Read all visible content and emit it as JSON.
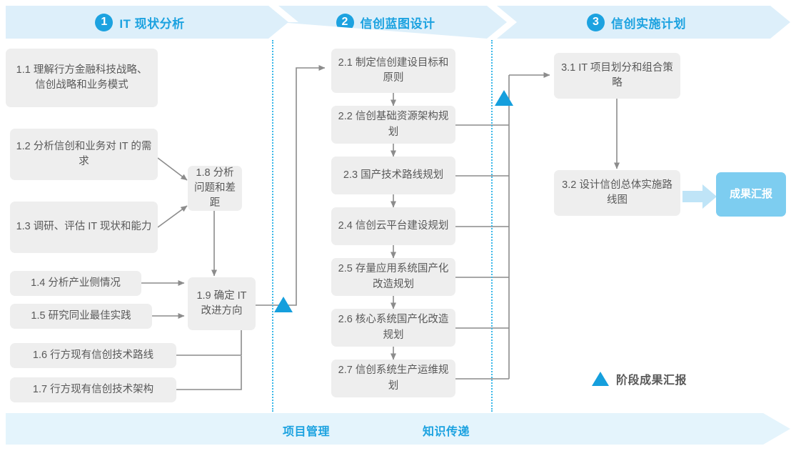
{
  "colors": {
    "accent": "#1ca2e0",
    "phase_bg": "#ddeffa",
    "footer_bg": "#e4f4fc",
    "box_bg": "#eeeeee",
    "box_text": "#595959",
    "result_bg": "#7dcdf0",
    "triangle": "#159fdd",
    "connector": "#8c8c8c",
    "dotted_divider": "#39b7e8"
  },
  "phases": [
    {
      "number": "1",
      "label": "IT 现状分析"
    },
    {
      "number": "2",
      "label": "信创蓝图设计"
    },
    {
      "number": "3",
      "label": "信创实施计划"
    }
  ],
  "phase1_tasks": [
    {
      "id": "1.1",
      "text": "1.1 理解行方金融科技战略、信创战略和业务模式"
    },
    {
      "id": "1.2",
      "text": "1.2 分析信创和业务对 IT 的需求"
    },
    {
      "id": "1.3",
      "text": "1.3 调研、评估 IT 现状和能力"
    },
    {
      "id": "1.4",
      "text": "1.4 分析产业侧情况"
    },
    {
      "id": "1.5",
      "text": "1.5 研究同业最佳实践"
    },
    {
      "id": "1.6",
      "text": "1.6 行方现有信创技术路线"
    },
    {
      "id": "1.7",
      "text": "1.7 行方现有信创技术架构"
    },
    {
      "id": "1.8",
      "text": "1.8 分析问题和差距"
    },
    {
      "id": "1.9",
      "text": "1.9 确定 IT 改进方向"
    }
  ],
  "phase2_tasks": [
    {
      "id": "2.1",
      "text": "2.1 制定信创建设目标和原则"
    },
    {
      "id": "2.2",
      "text": "2.2 信创基础资源架构规划"
    },
    {
      "id": "2.3",
      "text": "2.3 国产技术路线规划"
    },
    {
      "id": "2.4",
      "text": "2.4 信创云平台建设规划"
    },
    {
      "id": "2.5",
      "text": "2.5 存量应用系统国产化改造规划"
    },
    {
      "id": "2.6",
      "text": "2.6 核心系统国产化改造规划"
    },
    {
      "id": "2.7",
      "text": "2.7 信创系统生产运维规划"
    }
  ],
  "phase3_tasks": [
    {
      "id": "3.1",
      "text": "3.1 IT 项目划分和组合策略"
    },
    {
      "id": "3.2",
      "text": "3.2 设计信创总体实施路线图"
    }
  ],
  "result_box": {
    "text": "成果汇报"
  },
  "legend": {
    "label": "阶段成果汇报"
  },
  "footer": {
    "labels": [
      {
        "text": "项目管理"
      },
      {
        "text": "知识传递"
      }
    ]
  }
}
